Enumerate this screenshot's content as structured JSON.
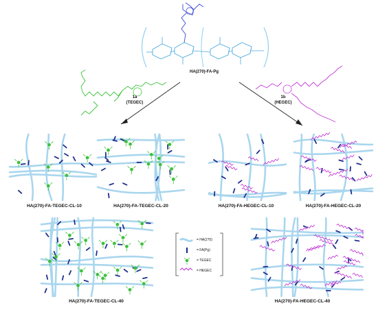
{
  "colors": {
    "ha_chain": "#a9d6ee",
    "fa_pg": "#1f2f8c",
    "tegec": "#3cc13c",
    "hegec": "#c23ad6",
    "pg_structure": "#3b49d8",
    "arrow": "#222222"
  },
  "top_polymer": {
    "label": "HA(270)-FA-Pg"
  },
  "reagents": {
    "left": {
      "id": "1a",
      "name": "(TEGEC)"
    },
    "right": {
      "id": "1b",
      "name": "(HEGEC)"
    }
  },
  "networks": [
    {
      "caption": "HA(270)-FA-TEGEC-CL-10"
    },
    {
      "caption": "HA(270)-FA-TEGEC-CL-20"
    },
    {
      "caption": "HA(270)-FA-HEGEC-CL-10"
    },
    {
      "caption": "HA(270)-FA-HEGEC-CL-20"
    },
    {
      "caption": "HA(270)-FA-TEGEC-CL-40"
    },
    {
      "caption": "HA(270)-FA-HEGEC-CL-40"
    }
  ],
  "legend": {
    "items": [
      {
        "label": "= HA(270)",
        "symbol": "ha-chain"
      },
      {
        "label": "= FA(Pg)",
        "symbol": "fa-pg"
      },
      {
        "label": "= TEGEC",
        "symbol": "tegec"
      },
      {
        "label": "= HEGEC",
        "symbol": "hegec"
      }
    ]
  }
}
